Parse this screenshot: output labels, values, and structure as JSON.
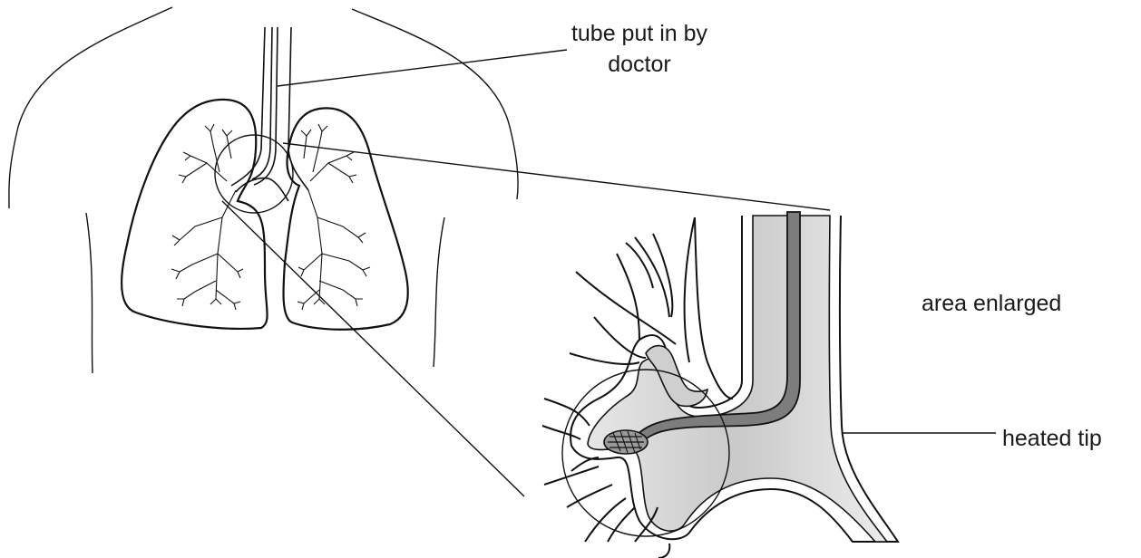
{
  "labels": {
    "tube_line1": "tube put in by",
    "tube_line2": "doctor",
    "area": "area enlarged",
    "heated": "heated tip"
  },
  "colors": {
    "stroke": "#111111",
    "airway_fill": "#d6d6d6",
    "tube_fill": "#7d7d7d"
  }
}
